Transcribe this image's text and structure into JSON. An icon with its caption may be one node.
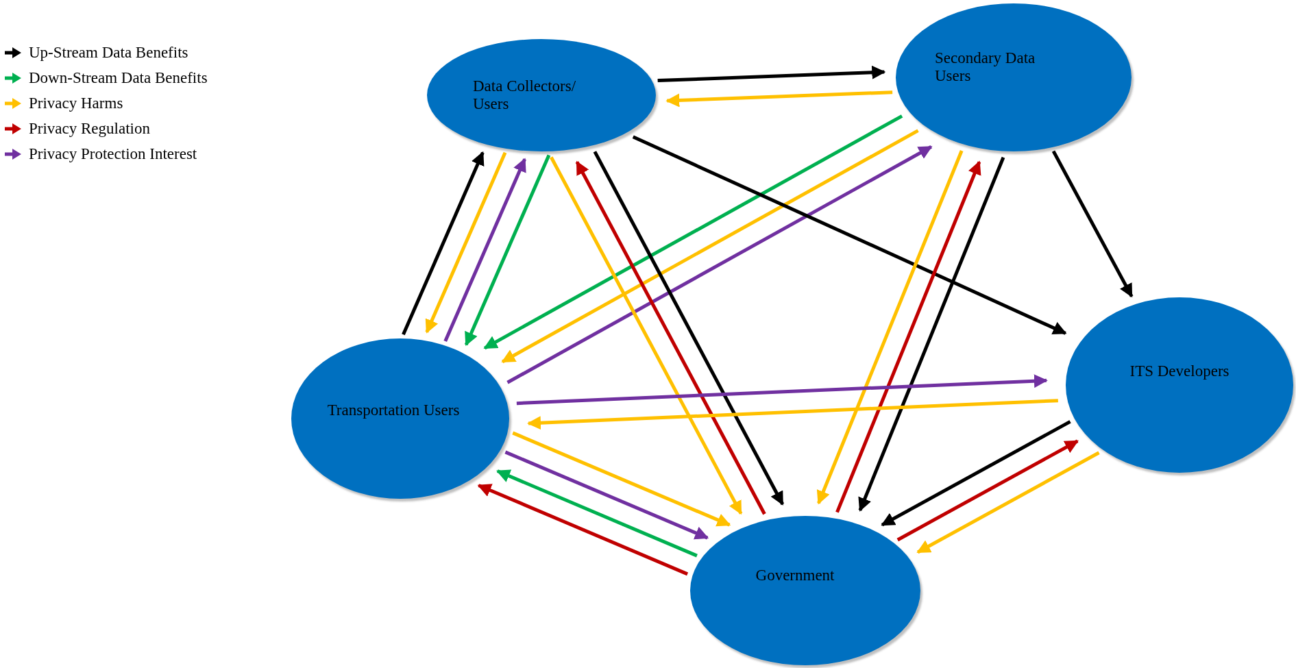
{
  "diagram": {
    "nodes": [
      {
        "text": [
          "Data Collectors/ Users"
        ]
      },
      {
        "text": [
          "Secondary Data Users"
        ]
      },
      {
        "text": [
          "ITS Developers"
        ]
      },
      {
        "text": [
          "Transportation Users"
        ]
      },
      {
        "text": [
          "Government"
        ]
      }
    ],
    "edges": [
      {
        "from": 1,
        "to": 0,
        "arrow": "to",
        "color": "#ffc000"
      },
      {
        "from": 0,
        "to": 1,
        "arrow": "to",
        "color": "#000000"
      },
      {
        "from": 1,
        "to": 3,
        "arrow": "to",
        "color": "#00b050"
      },
      {
        "from": 1,
        "to": 3,
        "arrow": "to",
        "color": "#ffc000"
      },
      {
        "from": 3,
        "to": 1,
        "arrow": "to",
        "color": "#7030a0"
      },
      {
        "from": 0,
        "to": 2,
        "arrow": "to",
        "color": "#000000"
      },
      {
        "from": 1,
        "to": 2,
        "arrow": "to",
        "color": "#000000"
      },
      {
        "from": 3,
        "to": 0,
        "arrow": "to",
        "color": "#000000"
      },
      {
        "from": 0,
        "to": 3,
        "arrow": "to",
        "color": "#ffc000"
      },
      {
        "from": 3,
        "to": 0,
        "arrow": "to",
        "color": "#7030a0"
      },
      {
        "from": 0,
        "to": 3,
        "arrow": "to",
        "color": "#00b050"
      },
      {
        "from": 0,
        "to": 4,
        "arrow": "to",
        "color": "#ffc000"
      },
      {
        "from": 4,
        "to": 0,
        "arrow": "to",
        "color": "#c00000"
      },
      {
        "from": 0,
        "to": 4,
        "arrow": "to",
        "color": "#000000"
      },
      {
        "from": 1,
        "to": 4,
        "arrow": "to",
        "color": "#ffc000"
      },
      {
        "from": 4,
        "to": 1,
        "arrow": "to",
        "color": "#c00000"
      },
      {
        "from": 1,
        "to": 4,
        "arrow": "to",
        "color": "#000000"
      },
      {
        "from": 3,
        "to": 2,
        "arrow": "to",
        "color": "#7030a0"
      },
      {
        "from": 2,
        "to": 3,
        "arrow": "to",
        "color": "#ffc000"
      },
      {
        "from": 4,
        "to": 3,
        "arrow": "to",
        "color": "#c00000"
      },
      {
        "from": 4,
        "to": 3,
        "arrow": "to",
        "color": "#00b050"
      },
      {
        "from": 3,
        "to": 4,
        "arrow": "to",
        "color": "#7030a0"
      },
      {
        "from": 3,
        "to": 4,
        "arrow": "to",
        "color": "#ffc000"
      },
      {
        "from": 2,
        "to": 4,
        "arrow": "to",
        "color": "#000000"
      },
      {
        "from": 4,
        "to": 2,
        "arrow": "to",
        "color": "#c00000"
      },
      {
        "from": 2,
        "to": 4,
        "arrow": "to",
        "color": "#ffc000"
      }
    ],
    "legend": [
      {
        "text": "Up-Stream Data Benefits",
        "color": "#000000"
      },
      {
        "text": "Down-Stream Data Benefits",
        "color": "#00b050"
      },
      {
        "text": "Privacy Harms",
        "color": "#ffc000"
      },
      {
        "text": "Privacy Regulation",
        "color": "#c00000"
      },
      {
        "text": "Privacy Protection Interest",
        "color": "#7030a0"
      }
    ]
  }
}
